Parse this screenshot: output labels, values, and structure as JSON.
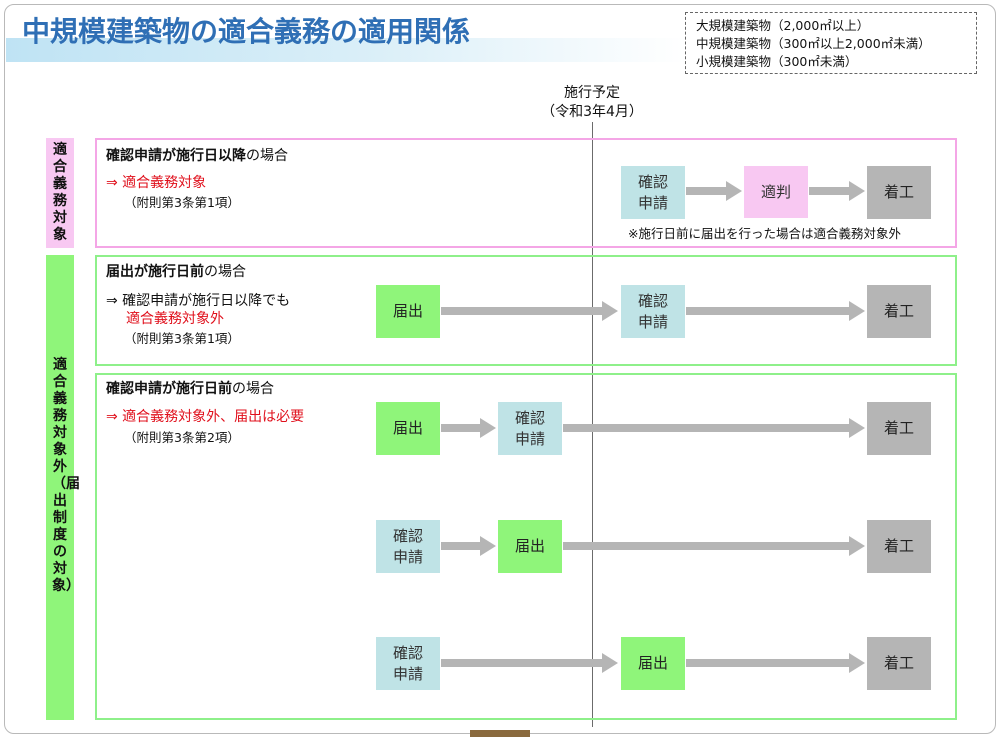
{
  "title": "中規模建築物の適合義務の適用関係",
  "legend": [
    "大規模建築物（2,000㎡以上）",
    "中規模建築物（300㎡以上2,000㎡未満）",
    "小規模建築物（300㎡未満）"
  ],
  "timeline": {
    "label_line1": "施行予定",
    "label_line2": "（令和3年4月）"
  },
  "side_labels": {
    "applicable": "適合義務対象",
    "not_applicable": "適合義務対象外（届出制度の対象）"
  },
  "sections": {
    "s1": {
      "title_bold": "確認申請が施行日以降",
      "title_rest": "の場合",
      "line1": "⇒ 適合義務対象",
      "ref": "（附則第3条第1項）",
      "note": "※施行日前に届出を行った場合は適合義務対象外"
    },
    "s2": {
      "title_bold": "届出が施行日前",
      "title_rest": "の場合",
      "line1": "⇒ 確認申請が施行日以降でも",
      "line2": "適合義務対象外",
      "ref": "（附則第3条第1項）"
    },
    "s3": {
      "title_bold": "確認申請が施行日前",
      "title_rest": "の場合",
      "line1": "⇒ 適合義務対象外、届出は必要",
      "ref": "（附則第3条第2項）"
    }
  },
  "boxes": {
    "kakunin": "確認申請",
    "todoke": "届出",
    "tekihan": "適判",
    "chakko": "着工"
  },
  "colors": {
    "title": "#2f6fb5",
    "pink_border": "#f4a6e6",
    "green_border": "#8ef08a",
    "kakunin": "#bfe3e6",
    "todoke": "#8ff57a",
    "tekihan": "#f8c8f2",
    "chakko": "#b5b5b5",
    "red_text": "#e0101c"
  }
}
